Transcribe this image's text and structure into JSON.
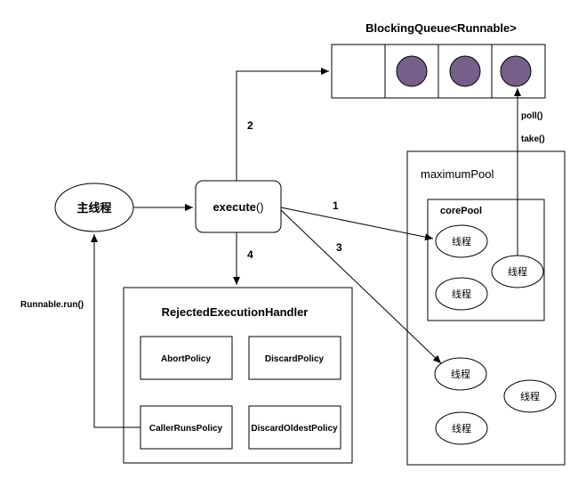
{
  "diagram": {
    "queue_title": "BlockingQueue<Runnable>",
    "main_thread": "主线程",
    "execute_name": "execute",
    "execute_parens": "()",
    "max_pool_label": "maximumPool",
    "core_pool_label": "corePool",
    "thread_label": "线程",
    "poll_label": "poll()",
    "take_label": "take()",
    "handler_title": "RejectedExecutionHandler",
    "policies": {
      "abort": "AbortPolicy",
      "discard": "DiscardPolicy",
      "caller_runs": "CallerRunsPolicy",
      "discard_oldest": "DiscardOldestPolicy"
    },
    "run_label": "Runnable.run()",
    "steps": {
      "one": "1",
      "two": "2",
      "three": "3",
      "four": "4"
    },
    "task_color": "#76608a"
  }
}
